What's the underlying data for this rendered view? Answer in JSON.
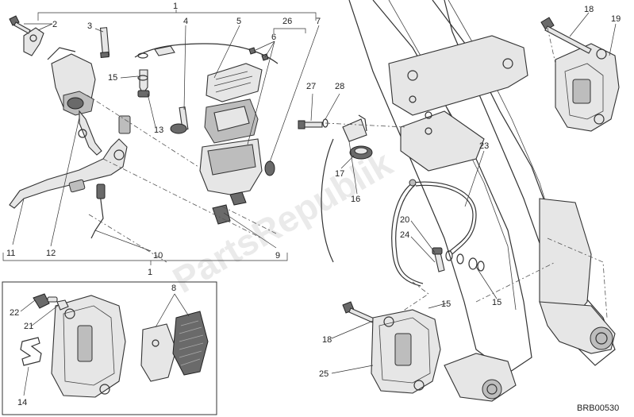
{
  "diagram_code": "BRB00530",
  "watermark": "PartsRepublik",
  "callouts": {
    "n1_top": "1",
    "n2": "2",
    "n3": "3",
    "n4": "4",
    "n5": "5",
    "n6": "6",
    "n26": "26",
    "n7": "7",
    "n15_a": "15",
    "n13": "13",
    "n11": "11",
    "n12": "12",
    "n10": "10",
    "n9": "9",
    "n1_bottom": "1",
    "n27": "27",
    "n28": "28",
    "n17": "17",
    "n16": "16",
    "n18_top": "18",
    "n19": "19",
    "n23": "23",
    "n20": "20",
    "n24": "24",
    "n15_b": "15",
    "n15_c": "15",
    "n18_bottom": "18",
    "n25": "25",
    "n8": "8",
    "n22": "22",
    "n21": "21",
    "n14": "14"
  }
}
